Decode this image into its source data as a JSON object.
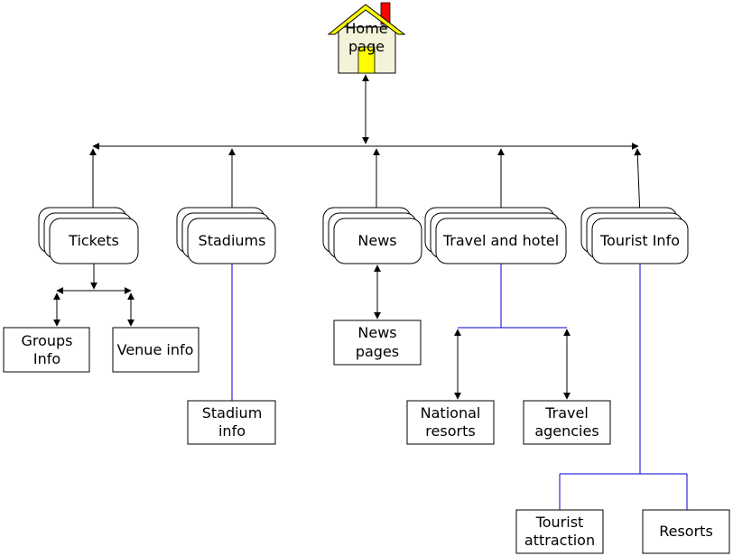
{
  "diagram": {
    "type": "site-map",
    "colors": {
      "line": "#000000",
      "connector_blue": "#0000cc",
      "house_roof": "#ffff00",
      "house_body": "#f3f3d9",
      "house_door": "#ffff00",
      "house_chimney": "#ff0000"
    },
    "home": {
      "label_line1": "Home",
      "label_line2": "page"
    },
    "sections": [
      {
        "id": "tickets",
        "label": "Tickets"
      },
      {
        "id": "stadiums",
        "label": "Stadiums"
      },
      {
        "id": "news",
        "label": "News"
      },
      {
        "id": "travel",
        "label": "Travel and hotel"
      },
      {
        "id": "tourist",
        "label": "Tourist Info"
      }
    ],
    "pages": [
      {
        "id": "groups-info",
        "parent": "tickets",
        "line1": "Groups",
        "line2": "Info"
      },
      {
        "id": "venue-info",
        "parent": "tickets",
        "line1": "Venue info",
        "line2": ""
      },
      {
        "id": "stadium-info",
        "parent": "stadiums",
        "line1": "Stadium",
        "line2": "info"
      },
      {
        "id": "news-pages",
        "parent": "news",
        "line1": "News",
        "line2": "pages"
      },
      {
        "id": "national-resorts",
        "parent": "travel",
        "line1": "National",
        "line2": "resorts"
      },
      {
        "id": "travel-agencies",
        "parent": "travel",
        "line1": "Travel",
        "line2": "agencies"
      },
      {
        "id": "tourist-attraction",
        "parent": "tourist",
        "line1": "Tourist",
        "line2": "attraction"
      },
      {
        "id": "resorts",
        "parent": "tourist",
        "line1": "Resorts",
        "line2": ""
      }
    ]
  }
}
